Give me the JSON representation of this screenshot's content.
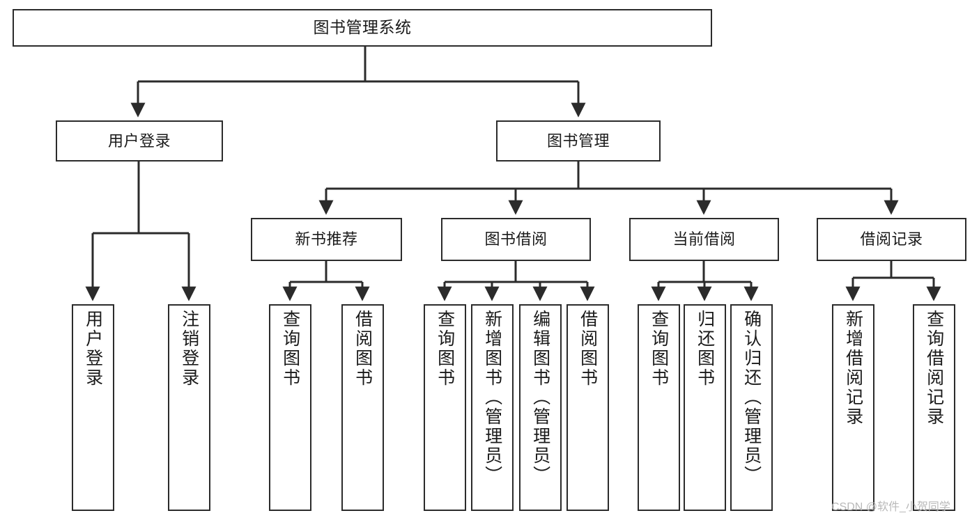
{
  "diagram": {
    "title": "图书管理系统",
    "type": "tree-hierarchy",
    "watermark": "CSDN @软件_小贺同学",
    "colors": {
      "stroke": "#2b2b2b",
      "fill": "#ffffff",
      "text": "#1a1a1a",
      "watermark": "#b9b9b9"
    },
    "levels": {
      "root": {
        "id": "root",
        "label": "图书管理系统"
      },
      "level2": [
        {
          "id": "user-login",
          "label": "用户登录"
        },
        {
          "id": "book-manage",
          "label": "图书管理"
        }
      ],
      "level3": [
        {
          "id": "new-book-rec",
          "label": "新书推荐",
          "parent": "book-manage"
        },
        {
          "id": "book-borrow",
          "label": "图书借阅",
          "parent": "book-manage"
        },
        {
          "id": "current-borrow",
          "label": "当前借阅",
          "parent": "book-manage"
        },
        {
          "id": "borrow-record",
          "label": "借阅记录",
          "parent": "book-manage"
        }
      ],
      "leaves": [
        {
          "id": "leaf-user-login",
          "label": "用户登录",
          "parent": "user-login"
        },
        {
          "id": "leaf-user-logout",
          "label": "注销登录",
          "parent": "user-login"
        },
        {
          "id": "leaf-query-book-1",
          "label": "查询图书",
          "parent": "new-book-rec"
        },
        {
          "id": "leaf-borrow-book-1",
          "label": "借阅图书",
          "parent": "new-book-rec"
        },
        {
          "id": "leaf-query-book-2",
          "label": "查询图书",
          "parent": "book-borrow"
        },
        {
          "id": "leaf-add-book",
          "label": "新增图书（管理员）",
          "parent": "book-borrow"
        },
        {
          "id": "leaf-edit-book",
          "label": "编辑图书（管理员）",
          "parent": "book-borrow"
        },
        {
          "id": "leaf-borrow-book-2",
          "label": "借阅图书",
          "parent": "book-borrow"
        },
        {
          "id": "leaf-query-book-3",
          "label": "查询图书",
          "parent": "current-borrow"
        },
        {
          "id": "leaf-return-book",
          "label": "归还图书",
          "parent": "current-borrow"
        },
        {
          "id": "leaf-confirm-return",
          "label": "确认归还（管理员）",
          "parent": "current-borrow"
        },
        {
          "id": "leaf-add-record",
          "label": "新增借阅记录",
          "parent": "borrow-record"
        },
        {
          "id": "leaf-query-record",
          "label": "查询借阅记录",
          "parent": "borrow-record"
        }
      ]
    }
  }
}
